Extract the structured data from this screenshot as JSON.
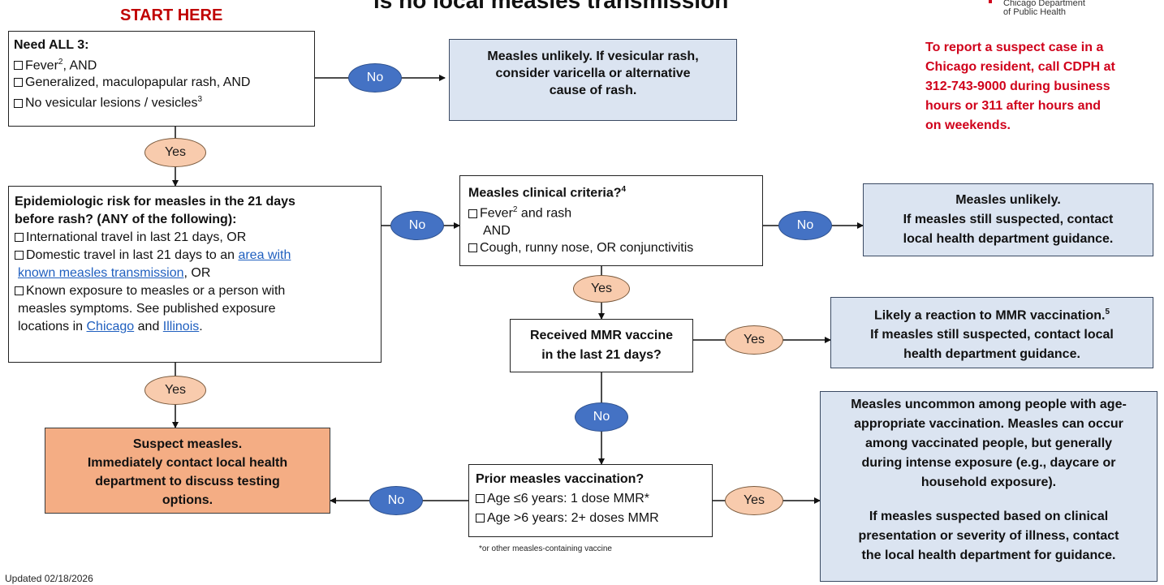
{
  "header": {
    "start_here": "START HERE",
    "title_fragment": "is no local measles transmission",
    "org_line1": "Chicago Department",
    "org_line2": "of Public Health",
    "report": [
      "To report a suspect case in a",
      "Chicago resident, call CDPH at",
      "312-743-9000 during business",
      "hours or 311 after hours and",
      "on weekends."
    ]
  },
  "colors": {
    "accent_red": "#d0021b",
    "no_pill": "#4472c4",
    "yes_pill": "#f8cbad",
    "blue_box": "#dbe4f1",
    "orange_box": "#f4ad84",
    "link": "#1f5fbf"
  },
  "icons": {
    "checkbox": "checkbox-icon"
  },
  "labels": {
    "yes": "Yes",
    "no": "No"
  },
  "box1": {
    "title": "Need ALL 3:",
    "items": [
      {
        "pre": "Fever",
        "sup": "2",
        "post": ", AND"
      },
      {
        "pre": "Generalized, maculopapular rash, AND",
        "sup": "",
        "post": ""
      },
      {
        "pre": "No vesicular lesions / vesicles",
        "sup": "3",
        "post": ""
      }
    ]
  },
  "box_unlikely_vesicular": [
    "Measles unlikely. If vesicular rash,",
    "consider varicella or alternative",
    "cause of rash."
  ],
  "box_epi": {
    "title": [
      "Epidemiologic risk for measles in the 21 days",
      "before rash? (ANY of the following):"
    ],
    "item1": "International travel in last 21 days, OR",
    "item2_pre": "Domestic travel in last 21 days to an ",
    "item2_link1": "area with",
    "item2_link2": "known measles transmission",
    "item2_post": ", OR",
    "item3_line1": "Known exposure to measles or a person with",
    "item3_line2": "measles symptoms. See published exposure",
    "item3_line3_pre": "locations in ",
    "item3_link_chicago": "Chicago",
    "item3_and": " and ",
    "item3_link_illinois": "Illinois",
    "item3_post": "."
  },
  "box_clinical": {
    "title": "Measles clinical criteria?",
    "title_sup": "4",
    "item1_pre": "Fever",
    "item1_sup": "2",
    "item1_post": " and rash",
    "and": "AND",
    "item2": "Cough, runny nose, OR conjunctivitis"
  },
  "box_unlikely_contact": [
    "Measles unlikely.",
    "If measles still suspected, contact",
    "local health department guidance."
  ],
  "box_mmr_recent": [
    "Received MMR vaccine",
    "in the last 21 days?"
  ],
  "box_reaction": {
    "line1_pre": "Likely a reaction to MMR vaccination.",
    "line1_sup": "5",
    "line2": "If measles still suspected, contact local",
    "line3": "health department guidance."
  },
  "box_suspect": [
    "Suspect measles.",
    "Immediately contact local health",
    "department to discuss testing",
    "options."
  ],
  "box_prior": {
    "title": "Prior measles vaccination?",
    "item1": "Age ≤6 years: 1 dose MMR*",
    "item2": "Age >6 years: 2+ doses MMR"
  },
  "footnote": "*or other measles-containing vaccine",
  "box_uncommon": {
    "para1": [
      "Measles uncommon among people with age-",
      "appropriate vaccination. Measles can occur",
      "among vaccinated people, but generally",
      "during intense exposure (e.g., daycare or",
      "household exposure)."
    ],
    "para2": [
      "If measles suspected based on clinical",
      "presentation or severity of illness, contact",
      "the local health department for guidance."
    ]
  },
  "updated": "Updated 02/18/2026"
}
